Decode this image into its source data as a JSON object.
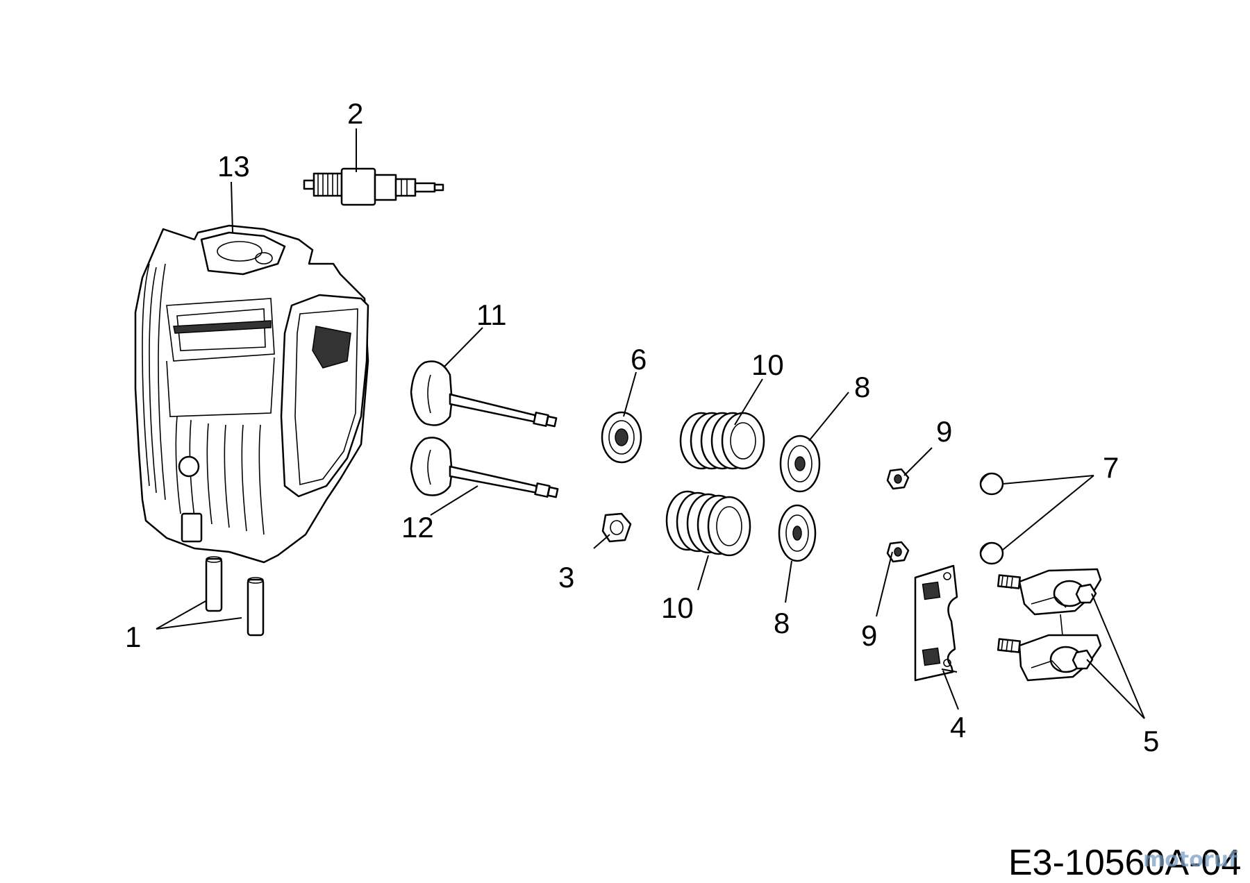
{
  "callouts": {
    "c1": "1",
    "c2": "2",
    "c3": "3",
    "c4": "4",
    "c5": "5",
    "c6": "6",
    "c7": "7",
    "c8a": "8",
    "c8b": "8",
    "c9a": "9",
    "c9b": "9",
    "c10a": "10",
    "c10b": "10",
    "c11": "11",
    "c12": "12",
    "c13": "13"
  },
  "drawing_code": "E3-10560A-04",
  "watermark": "motoruf"
}
